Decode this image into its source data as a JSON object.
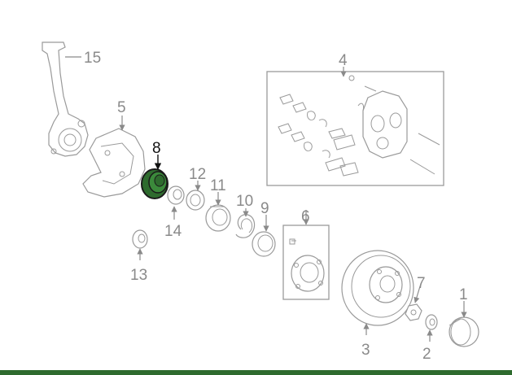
{
  "colors": {
    "highlight_fill": "#2e6b2e",
    "highlight_stroke": "#1a1a1a",
    "bottom_bar": "#2e6b2e",
    "part_stroke": "#9a9a9a",
    "label_gray": "#8a8a8a"
  },
  "labels": {
    "p1": "1",
    "p2": "2",
    "p3": "3",
    "p4": "4",
    "p5": "5",
    "p6": "6",
    "p7": "7",
    "p8": "8",
    "p9": "9",
    "p10": "10",
    "p11": "11",
    "p12": "12",
    "p13": "13",
    "p14": "14",
    "p15": "15"
  },
  "highlighted_part": "8"
}
